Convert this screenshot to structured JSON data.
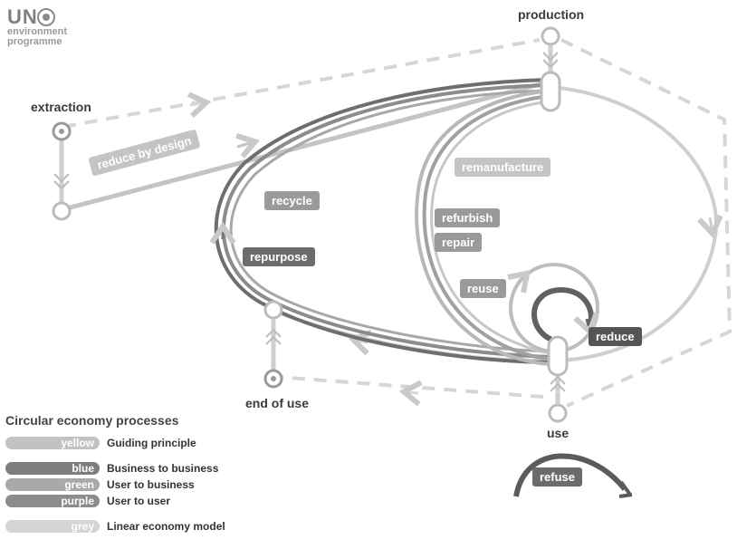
{
  "logo": {
    "un": "UN",
    "line1": "environment",
    "line2": "programme"
  },
  "nodes": {
    "production": "production",
    "extraction": "extraction",
    "end_of_use": "end of use",
    "use": "use"
  },
  "processes": {
    "reduce_by_design": "reduce by design",
    "remanufacture": "remanufacture",
    "recycle": "recycle",
    "refurbish": "refurbish",
    "repair": "repair",
    "repurpose": "repurpose",
    "reuse": "reuse",
    "reduce": "reduce",
    "refuse": "refuse"
  },
  "legend": {
    "title": "Circular economy processes",
    "items": [
      {
        "swatch": "yellow",
        "label": "Guiding principle",
        "color": "#c2c2c2"
      },
      {
        "swatch": "blue",
        "label": "Business to business",
        "color": "#7d7d7d"
      },
      {
        "swatch": "green",
        "label": "User to business",
        "color": "#a9a9a9"
      },
      {
        "swatch": "purple",
        "label": "User to user",
        "color": "#8c8c8c"
      },
      {
        "swatch": "grey",
        "label": "Linear economy model",
        "color": "#d4d4d4"
      }
    ]
  }
}
